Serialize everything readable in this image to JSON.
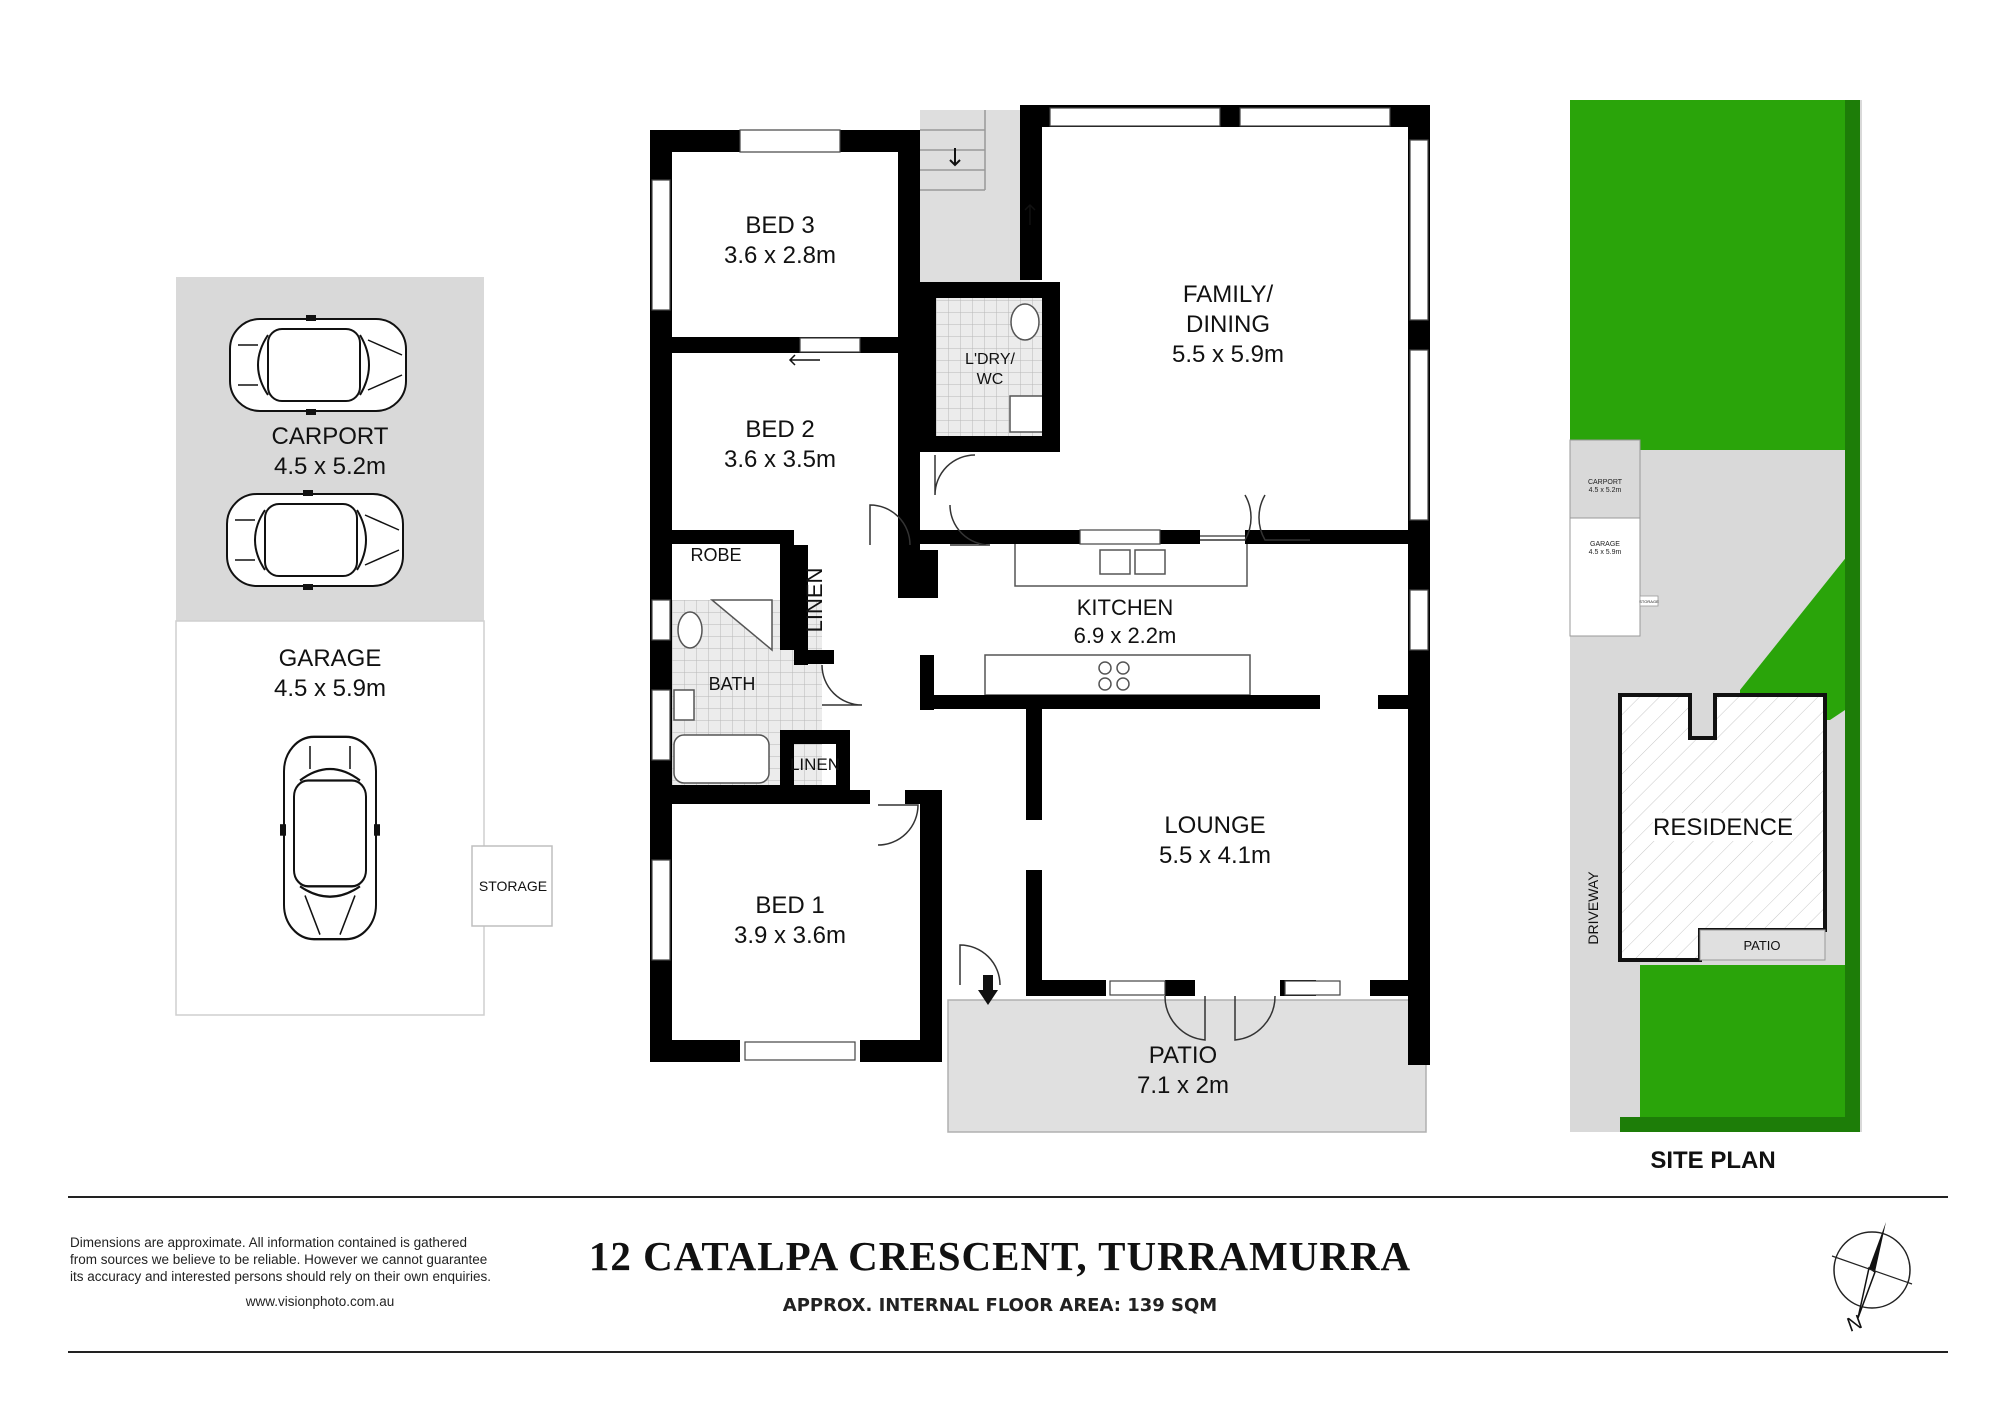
{
  "carport": {
    "name": "CARPORT",
    "size": "4.5 x 5.2m"
  },
  "garage": {
    "name": "GARAGE",
    "size": "4.5 x 5.9m"
  },
  "storage": "STORAGE",
  "rooms": {
    "bed3": {
      "name": "BED 3",
      "size": "3.6 x 2.8m"
    },
    "bed2": {
      "name": "BED 2",
      "size": "3.6 x 3.5m"
    },
    "bed1": {
      "name": "BED 1",
      "size": "3.9 x 3.6m"
    },
    "family": {
      "name_line1": "FAMILY/",
      "name_line2": "DINING",
      "size": "5.5 x 5.9m"
    },
    "laundry": {
      "line1": "L'DRY/",
      "line2": "WC"
    },
    "kitchen": {
      "name": "KITCHEN",
      "size": "6.9 x 2.2m"
    },
    "lounge": {
      "name": "LOUNGE",
      "size": "5.5 x 4.1m"
    },
    "patio": {
      "name": "PATIO",
      "size": "7.1 x 2m"
    },
    "robe": "ROBE",
    "linen_vertical": "LINEN",
    "linen": "LINEN",
    "bath": "BATH"
  },
  "site_plan": {
    "title": "SITE PLAN",
    "residence": "RESIDENCE",
    "patio": "PATIO",
    "driveway": "DRIVEWAY",
    "carport": "CARPORT",
    "carport_size": "4.5 x 5.2m",
    "garage": "GARAGE",
    "garage_size": "4.5 x 5.9m",
    "storage": "STORAGE"
  },
  "footer": {
    "address": "12 CATALPA CRESCENT, TURRAMURRA",
    "floor_area": "APPROX. INTERNAL FLOOR AREA: 139 SQM",
    "disclaimer_lines": [
      "Dimensions are approximate. All information contained is gathered",
      "from sources we believe to be reliable. However we cannot guarantee",
      "its accuracy and interested persons should rely on their own enquiries."
    ],
    "website": "www.visionphoto.com.au"
  },
  "compass": {
    "label": "N"
  },
  "colors": {
    "wall": "#000000",
    "carport_fill": "#d9d9d9",
    "patio_fill": "#e0e0e0",
    "lawn": "#2aa40a",
    "bathroom_tile": "#e6e6e6"
  }
}
